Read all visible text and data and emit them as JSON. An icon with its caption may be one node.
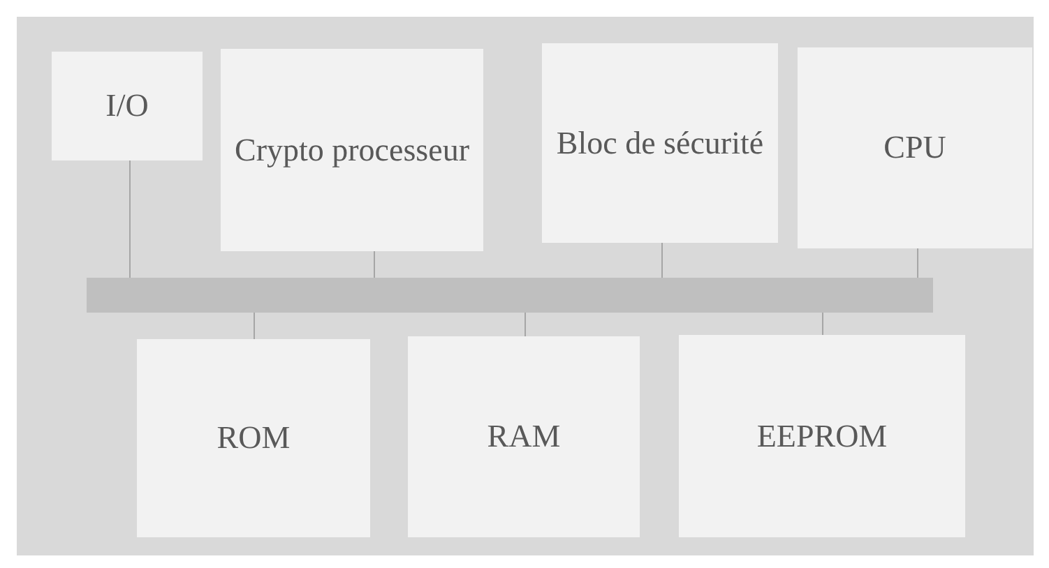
{
  "diagram": {
    "nodes": [
      {
        "text": [
          "I/O"
        ]
      },
      {
        "text": [
          "Crypto processeur"
        ]
      },
      {
        "text": [
          "Bloc de sécurité"
        ]
      },
      {
        "text": [
          "CPU"
        ]
      },
      {
        "text": [],
        "shape": "bar"
      },
      {
        "text": [
          "ROM"
        ]
      },
      {
        "text": [
          "RAM"
        ]
      },
      {
        "text": [
          "EEPROM"
        ]
      }
    ],
    "edges": [
      {
        "from": 0,
        "to": 4,
        "arrow": "none"
      },
      {
        "from": 1,
        "to": 4,
        "arrow": "none"
      },
      {
        "from": 2,
        "to": 4,
        "arrow": "none"
      },
      {
        "from": 3,
        "to": 4,
        "arrow": "none"
      },
      {
        "from": 4,
        "to": 5,
        "arrow": "none"
      },
      {
        "from": 4,
        "to": 6,
        "arrow": "none"
      },
      {
        "from": 4,
        "to": 7,
        "arrow": "none"
      }
    ]
  }
}
